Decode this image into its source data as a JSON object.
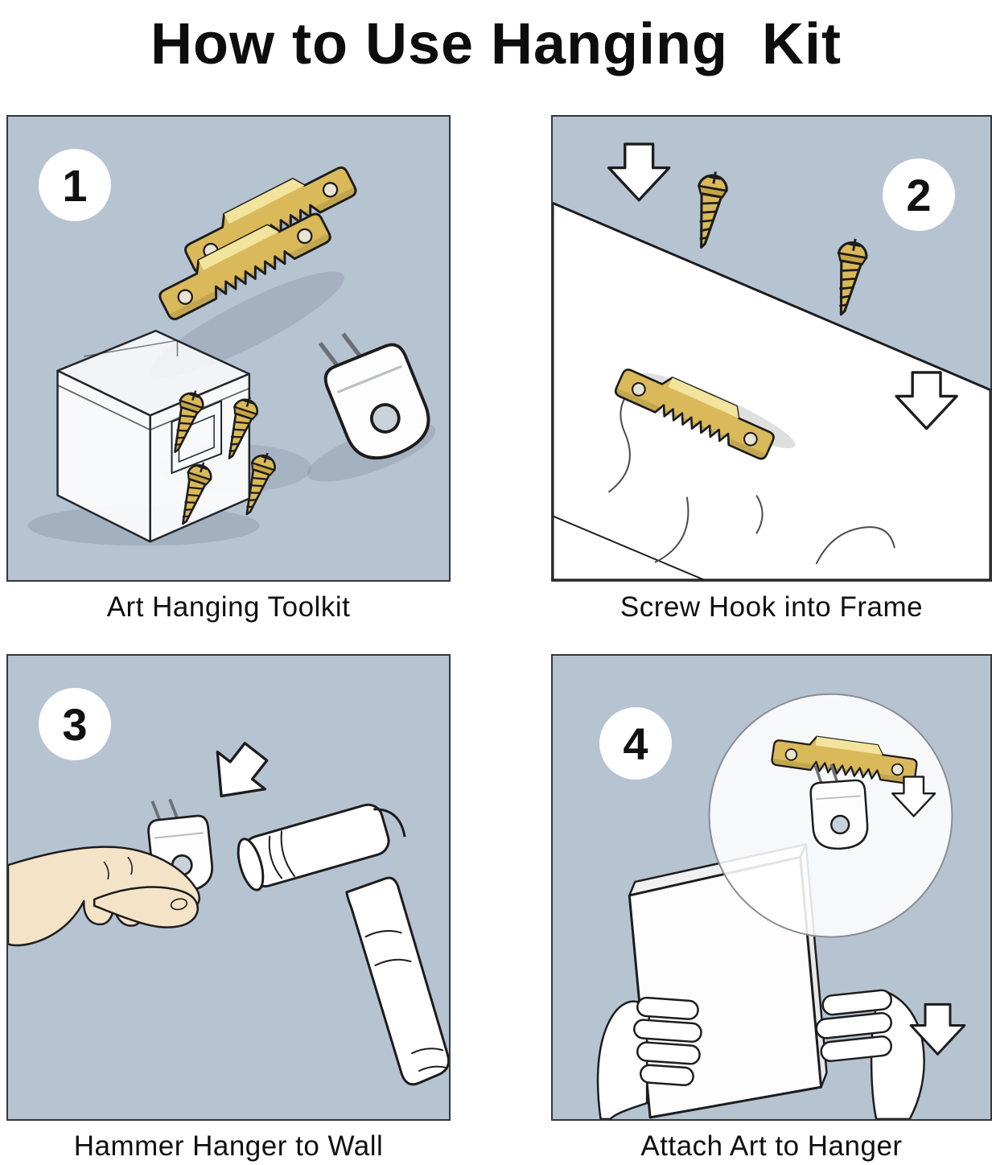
{
  "title": "How to Use Hanging  Kit",
  "panels": [
    {
      "number": "1",
      "caption": "Art Hanging Toolkit"
    },
    {
      "number": "2",
      "caption": "Screw Hook into Frame"
    },
    {
      "number": "3",
      "caption": "Hammer Hanger to Wall"
    },
    {
      "number": "4",
      "caption": "Attach Art to Hanger"
    }
  ],
  "colors": {
    "panel_background": "#b6c3d1",
    "brass": "#d9b959",
    "brass_highlight": "#f2e49c",
    "outline": "#1c1c1c",
    "skin": "#f4e3c6",
    "white": "#ffffff"
  }
}
